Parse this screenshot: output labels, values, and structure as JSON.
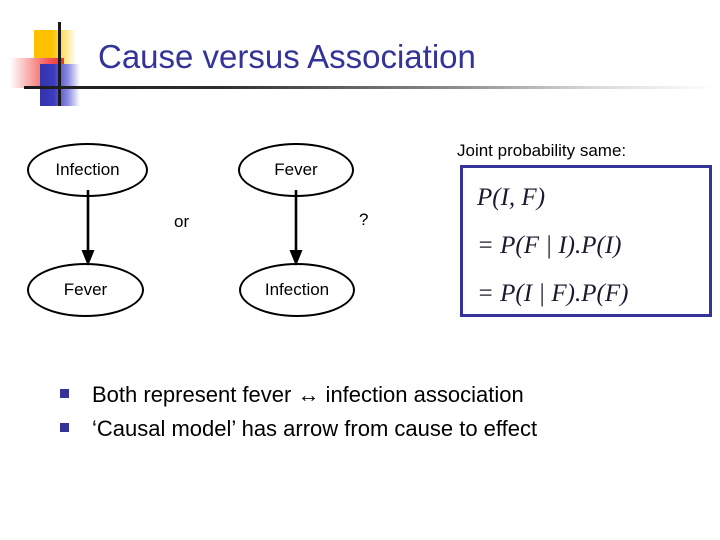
{
  "slide": {
    "title": "Cause versus Association",
    "title_color": "#333399",
    "background_color": "#ffffff"
  },
  "logo": {
    "yellow_color": "#FFC000",
    "red_color": "#F03030",
    "blue_color": "#3333AA",
    "rule_color": "#1a1a1a"
  },
  "diagram": {
    "left_model": {
      "cause": "Infection",
      "effect": "Fever",
      "arrow": "down-arrow"
    },
    "right_model": {
      "cause": "Fever",
      "effect": "Infection",
      "arrow": "down-arrow"
    },
    "connector_or": "or",
    "connector_question": "?"
  },
  "joint": {
    "caption": "Joint probability same:",
    "border_color": "#333399",
    "formulas": [
      "P(I, F)",
      "= P(F | I).P(I)",
      "= P(I | F).P(F)"
    ]
  },
  "bullets": {
    "marker_color": "#333399",
    "items": [
      "Both represent fever ↔ infection association",
      "‘Causal model’ has arrow from cause to effect"
    ]
  }
}
